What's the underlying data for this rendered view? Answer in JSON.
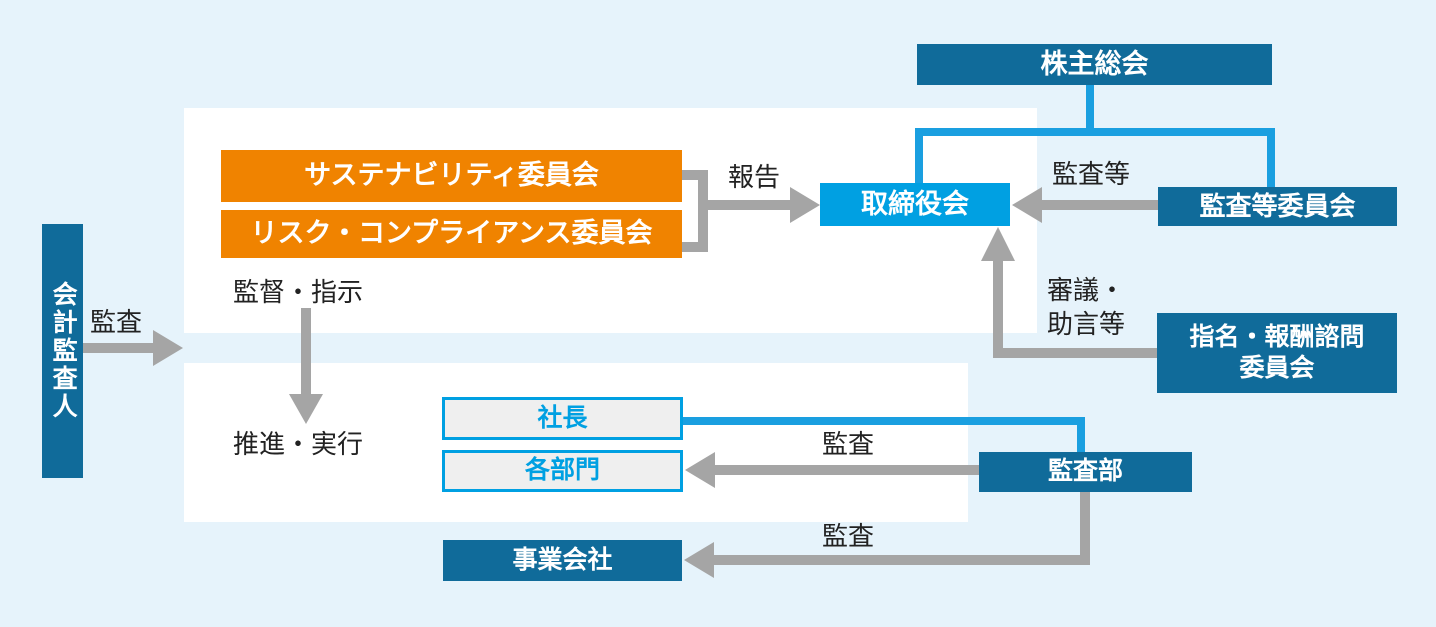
{
  "boxes": {
    "shareholders": {
      "label": "株主総会"
    },
    "board": {
      "label": "取締役会"
    },
    "audit_committee": {
      "label": "監査等委員会"
    },
    "nomination_committee": {
      "label_line1": "指名・報酬諮問",
      "label_line2": "委員会"
    },
    "sustainability_committee": {
      "label": "サステナビリティ委員会"
    },
    "risk_compliance_committee": {
      "label": "リスク・コンプライアンス委員会"
    },
    "accounting_auditor": {
      "label": "会計監査人"
    },
    "president": {
      "label": "社長"
    },
    "departments": {
      "label": "各部門"
    },
    "audit_department": {
      "label": "監査部"
    },
    "business_companies": {
      "label": "事業会社"
    }
  },
  "edge_labels": {
    "report": "報告",
    "audit_etc": "監査等",
    "deliberation_line1": "審議・",
    "deliberation_line2": "助言等",
    "supervision": "監督・指示",
    "execution": "推進・実行",
    "audit_from_auditor": "監査",
    "audit_to_departments": "監査",
    "audit_to_business": "監査"
  },
  "colors": {
    "background": "#e6f3fb",
    "panel": "#ffffff",
    "dark_blue": "#106b9a",
    "bright_blue": "#00a0e2",
    "line_blue": "#1a9fe0",
    "orange": "#f08300",
    "gray": "#a5a5a5",
    "light_box_fill": "#efefef",
    "text_dark": "#222222"
  }
}
